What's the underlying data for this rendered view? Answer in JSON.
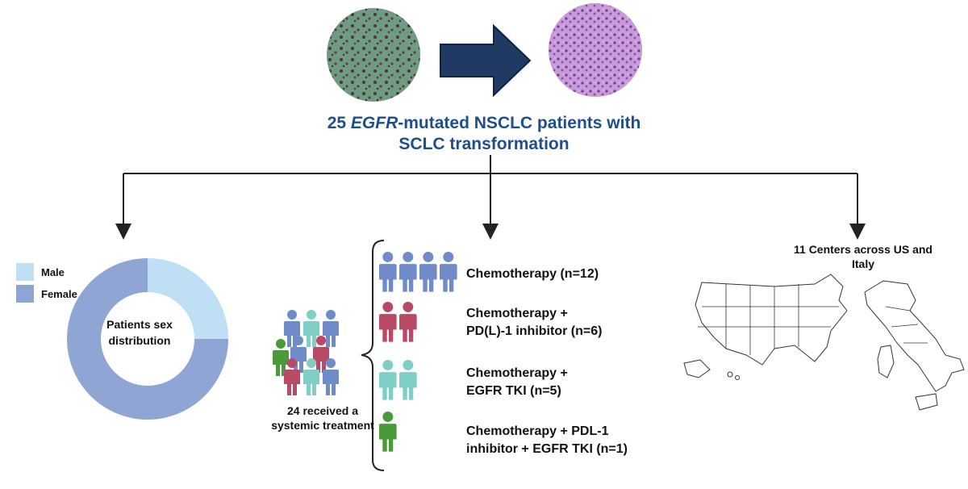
{
  "header": {
    "title_count": "25",
    "title_gene": "EGFR",
    "title_rest_line1": "-mutated NSCLC patients with",
    "title_line2": "SCLC transformation"
  },
  "sex_chart": {
    "legend": [
      {
        "label": "Male",
        "color": "#bfdff5"
      },
      {
        "label": "Female",
        "color": "#8fa6d4"
      }
    ],
    "center_label": "Patients sex distribution",
    "chart_data": {
      "type": "pie",
      "categories": [
        "Male",
        "Female"
      ],
      "values": [
        25,
        75
      ]
    }
  },
  "treatments": {
    "group_caption": "24 received a systemic treatment",
    "items": [
      {
        "label_line1": "Chemotherapy (n=12)",
        "label_line2": "",
        "icon_color": "#6f8cc8",
        "icons": 4
      },
      {
        "label_line1": "Chemotherapy +",
        "label_line2": "PD(L)-1 inhibitor (n=6)",
        "icon_color": "#b84a66",
        "icons": 2
      },
      {
        "label_line1": "Chemotherapy +",
        "label_line2": "EGFR TKI (n=5)",
        "icon_color": "#7fcfc6",
        "icons": 2
      },
      {
        "label_line1": "Chemotherapy + PDL-1",
        "label_line2": "inhibitor + EGFR TKI (n=1)",
        "icon_color": "#4a9a3c",
        "icons": 1
      }
    ]
  },
  "centers": {
    "label": "11 Centers across US and Italy"
  },
  "colors": {
    "title": "#1f4e8c",
    "arrow_fill": "#203a63",
    "ihc_bg": "#6f9a86",
    "he_bg": "#c79ad8"
  }
}
